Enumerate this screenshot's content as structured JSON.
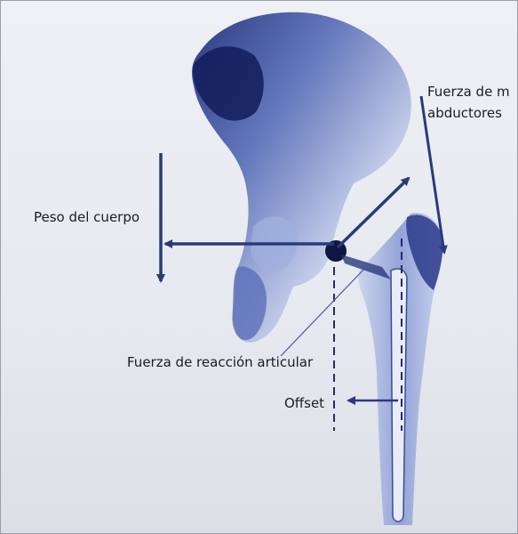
{
  "labels": {
    "peso_del_cuerpo": "Peso del cuerpo",
    "fuerza_musculos_line1": "Fuerza de m",
    "fuerza_musculos_line2": "abductores",
    "fuerza_reaccion": "Fuerza de reacción articular",
    "offset": "Offset"
  },
  "colors": {
    "background": "#e6e9ef",
    "bone_dark": "#1a2a78",
    "bone_mid": "#4a5fae",
    "bone_light": "#b8c4e6",
    "arrow": "#2b3a7a",
    "text": "#1c1c22"
  }
}
